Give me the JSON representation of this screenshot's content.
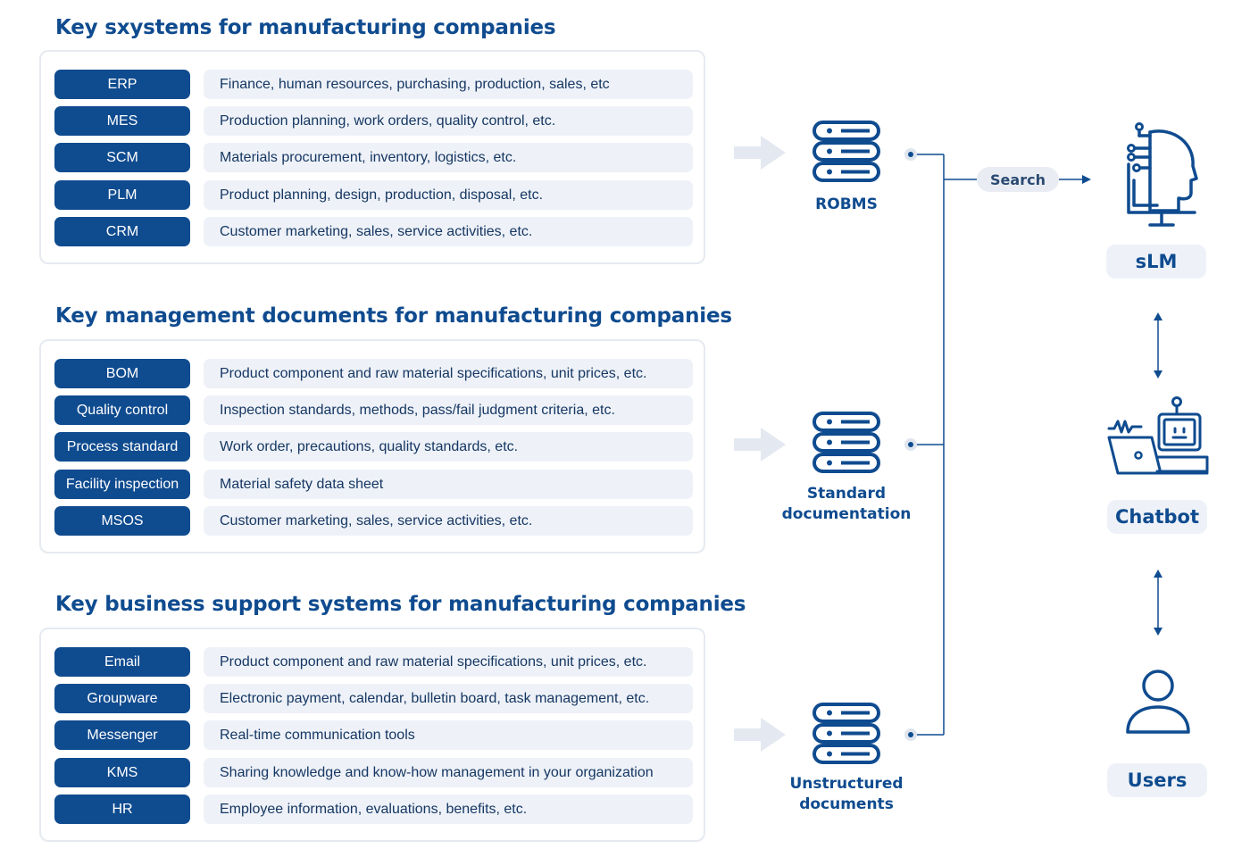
{
  "sections": [
    {
      "title": "Key sxystems for manufacturing companies",
      "rows": [
        {
          "tag": "ERP",
          "desc": "Finance, human resources, purchasing, production, sales, etc"
        },
        {
          "tag": "MES",
          "desc": "Production planning, work orders, quality control, etc."
        },
        {
          "tag": "SCM",
          "desc": "Materials procurement, inventory, logistics, etc."
        },
        {
          "tag": "PLM",
          "desc": "Product planning, design, production, disposal, etc."
        },
        {
          "tag": "CRM",
          "desc": "Customer marketing, sales, service activities, etc."
        }
      ]
    },
    {
      "title": "Key management documents for manufacturing companies",
      "rows": [
        {
          "tag": "BOM",
          "desc": "Product component and raw material specifications, unit prices, etc."
        },
        {
          "tag": "Quality control",
          "desc": "Inspection standards, methods, pass/fail judgment criteria, etc."
        },
        {
          "tag": "Process standard",
          "desc": "Work order, precautions, quality standards, etc."
        },
        {
          "tag": "Facility inspection",
          "desc": "Material safety data sheet"
        },
        {
          "tag": "MSOS",
          "desc": "Customer marketing, sales, service activities, etc."
        }
      ]
    },
    {
      "title": "Key business support systems for manufacturing companies",
      "rows": [
        {
          "tag": "Email",
          "desc": "Product component and raw material specifications, unit prices, etc."
        },
        {
          "tag": "Groupware",
          "desc": "Electronic payment, calendar, bulletin board, task management, etc."
        },
        {
          "tag": "Messenger",
          "desc": "Real-time communication tools"
        },
        {
          "tag": "KMS",
          "desc": "Sharing knowledge and know-how management in your organization"
        },
        {
          "tag": "HR",
          "desc": "Employee information, evaluations, benefits, etc."
        }
      ]
    }
  ],
  "databases": [
    {
      "line1": "ROBMS",
      "line2": ""
    },
    {
      "line1": "Standard",
      "line2": "documentation"
    },
    {
      "line1": "Unstructured",
      "line2": "documents"
    }
  ],
  "search_label": "Search",
  "right_nodes": [
    {
      "label": "sLM",
      "icon": "ai-head-icon"
    },
    {
      "label": "Chatbot",
      "icon": "chatbot-icon"
    },
    {
      "label": "Users",
      "icon": "user-icon"
    }
  ],
  "colors": {
    "primary": "#0f4b8f",
    "light_fill": "#eef2f8",
    "panel_border": "#e6eaf0",
    "arrow_gray": "#e4e9f1"
  }
}
